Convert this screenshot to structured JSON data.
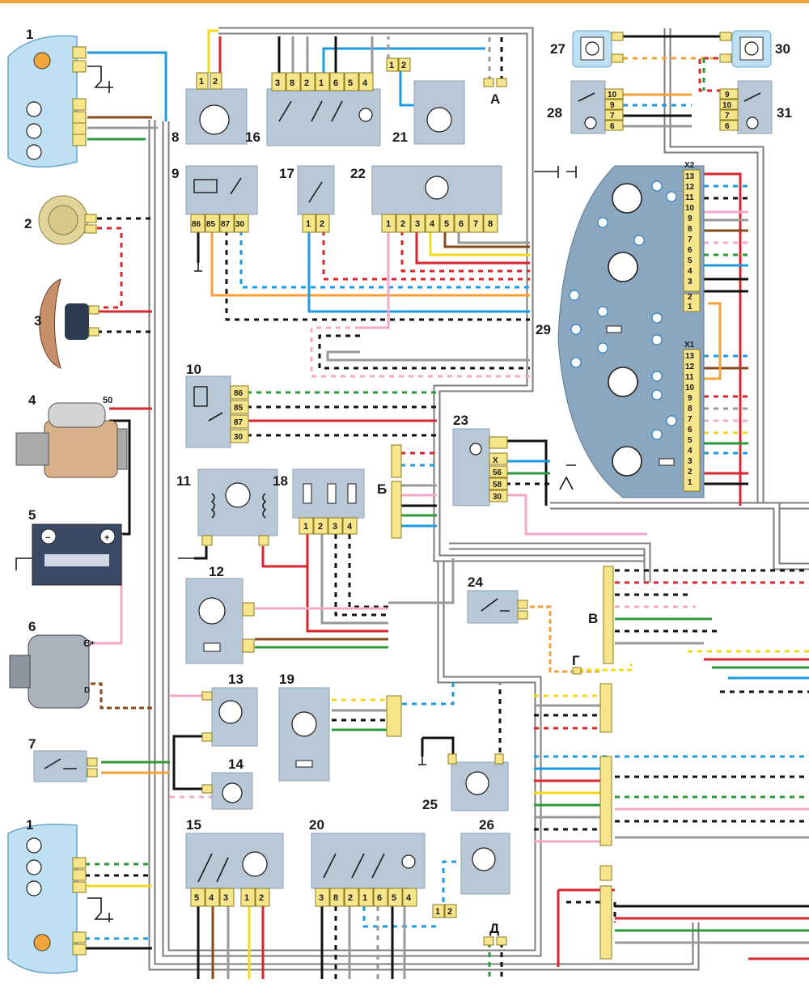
{
  "components": [
    {
      "id": "1",
      "label": "1"
    },
    {
      "id": "1b",
      "label": "1"
    },
    {
      "id": "2",
      "label": "2"
    },
    {
      "id": "3",
      "label": "3"
    },
    {
      "id": "4",
      "label": "4"
    },
    {
      "id": "5",
      "label": "5"
    },
    {
      "id": "6",
      "label": "6"
    },
    {
      "id": "7",
      "label": "7"
    },
    {
      "id": "8",
      "label": "8"
    },
    {
      "id": "9",
      "label": "9"
    },
    {
      "id": "10",
      "label": "10"
    },
    {
      "id": "11",
      "label": "11"
    },
    {
      "id": "12",
      "label": "12"
    },
    {
      "id": "13",
      "label": "13"
    },
    {
      "id": "14",
      "label": "14"
    },
    {
      "id": "15",
      "label": "15"
    },
    {
      "id": "16",
      "label": "16"
    },
    {
      "id": "17",
      "label": "17"
    },
    {
      "id": "18",
      "label": "18"
    },
    {
      "id": "19",
      "label": "19"
    },
    {
      "id": "20",
      "label": "20"
    },
    {
      "id": "21",
      "label": "21"
    },
    {
      "id": "22",
      "label": "22"
    },
    {
      "id": "23",
      "label": "23"
    },
    {
      "id": "24",
      "label": "24"
    },
    {
      "id": "25",
      "label": "25"
    },
    {
      "id": "26",
      "label": "26"
    },
    {
      "id": "27",
      "label": "27"
    },
    {
      "id": "28",
      "label": "28"
    },
    {
      "id": "29",
      "label": "29"
    },
    {
      "id": "30",
      "label": "30"
    },
    {
      "id": "31",
      "label": "31"
    }
  ],
  "connector_letters": {
    "A": "А",
    "B": "Б",
    "V": "В",
    "G": "Г",
    "D": "Д"
  },
  "pins": {
    "c8": [
      "1",
      "2"
    ],
    "c16": [
      "3",
      "8",
      "2",
      "1",
      "6",
      "5",
      "4"
    ],
    "c21": [
      "1",
      "2"
    ],
    "c9": [
      "86",
      "85",
      "87",
      "30"
    ],
    "c17": [
      "1",
      "2"
    ],
    "c22": [
      "1",
      "2",
      "3",
      "4",
      "5",
      "6",
      "7",
      "8"
    ],
    "c10": [
      "86",
      "85",
      "87",
      "30"
    ],
    "c18": [
      "1",
      "2",
      "3",
      "4"
    ],
    "c23": [
      "X",
      "56",
      "58",
      "30"
    ],
    "c15": [
      "5",
      "4",
      "3",
      "1",
      "2"
    ],
    "c20": [
      "3",
      "8",
      "2",
      "1",
      "6",
      "5",
      "4"
    ],
    "c20b": [
      "1",
      "2"
    ],
    "c28": [
      "10",
      "9",
      "7",
      "6"
    ],
    "c31": [
      "9",
      "10",
      "7",
      "6"
    ],
    "c29x2": [
      "13",
      "12",
      "11",
      "10",
      "9",
      "8",
      "7",
      "6",
      "5",
      "4",
      "3",
      "2",
      "1"
    ],
    "c29x1": [
      "13",
      "12",
      "11",
      "10",
      "9",
      "8",
      "7",
      "6",
      "5",
      "4",
      "3",
      "2",
      "1"
    ]
  },
  "terminal_labels": {
    "starter_50": "50",
    "alt_bplus": "B+",
    "alt_d": "D",
    "x2": "X2",
    "x1": "X1",
    "batt_minus": "−",
    "batt_plus": "+"
  },
  "colors": {
    "harness": "#7d7d7d",
    "module_fill": "#b9c8d6",
    "terminal_fill": "#f6e58b",
    "panel_fill": "#8ba7bf",
    "header_rule": "#f2a23a"
  }
}
